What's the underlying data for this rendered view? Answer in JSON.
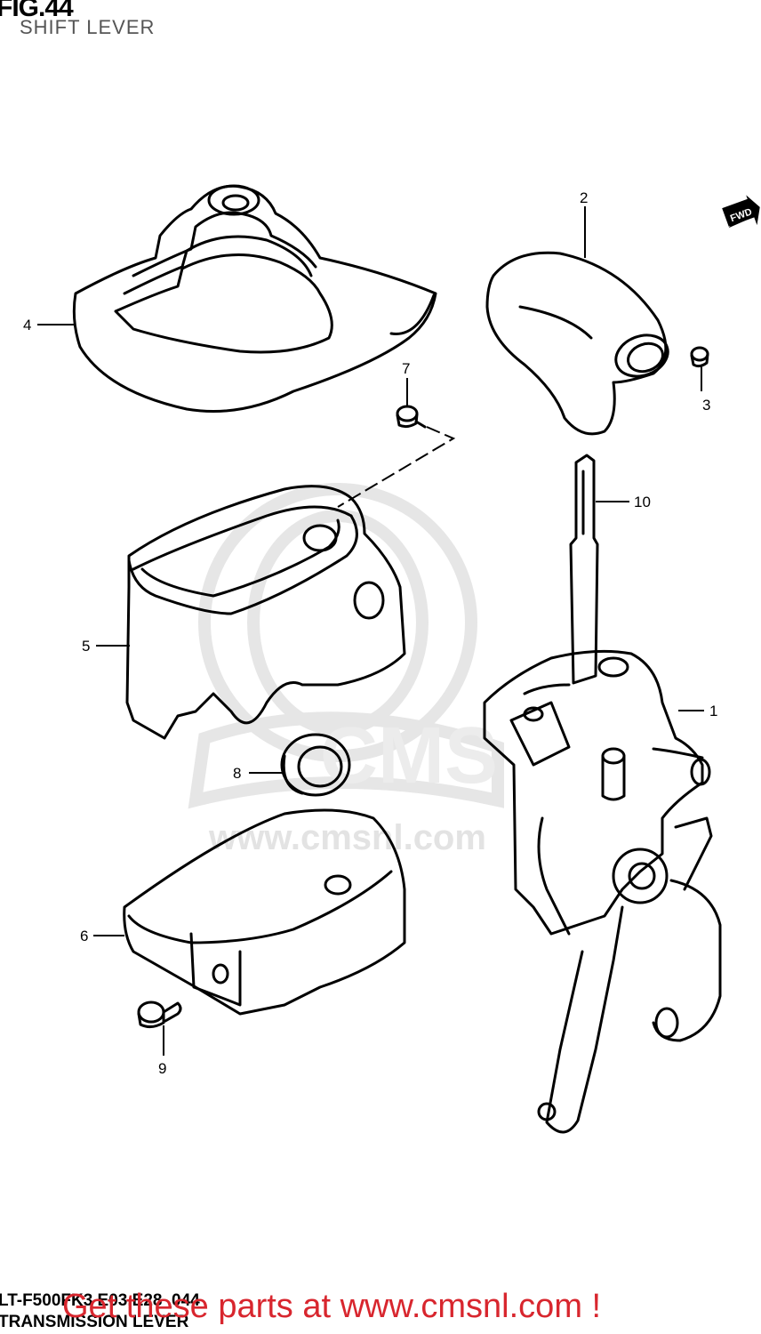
{
  "header": {
    "fig_label": "FIG.44",
    "subtitle": "SHIFT LEVER"
  },
  "footer": {
    "model_code": "LT-F500FK3 E03,E28_044",
    "assembly_name": "TRANSMISSION LEVER",
    "promo_text": "Get these parts at www.cmsnl.com !"
  },
  "watermark": {
    "text": "www.cmsnl.com",
    "logo": "CMS"
  },
  "direction_badge": "FWD",
  "callouts": {
    "c1": "1",
    "c2": "2",
    "c3": "3",
    "c4": "4",
    "c5": "5",
    "c6": "6",
    "c7": "7",
    "c8": "8",
    "c9": "9",
    "c10": "10"
  },
  "colors": {
    "line": "#000000",
    "watermark": "#e6e6e6",
    "promo": "#d8262e"
  }
}
